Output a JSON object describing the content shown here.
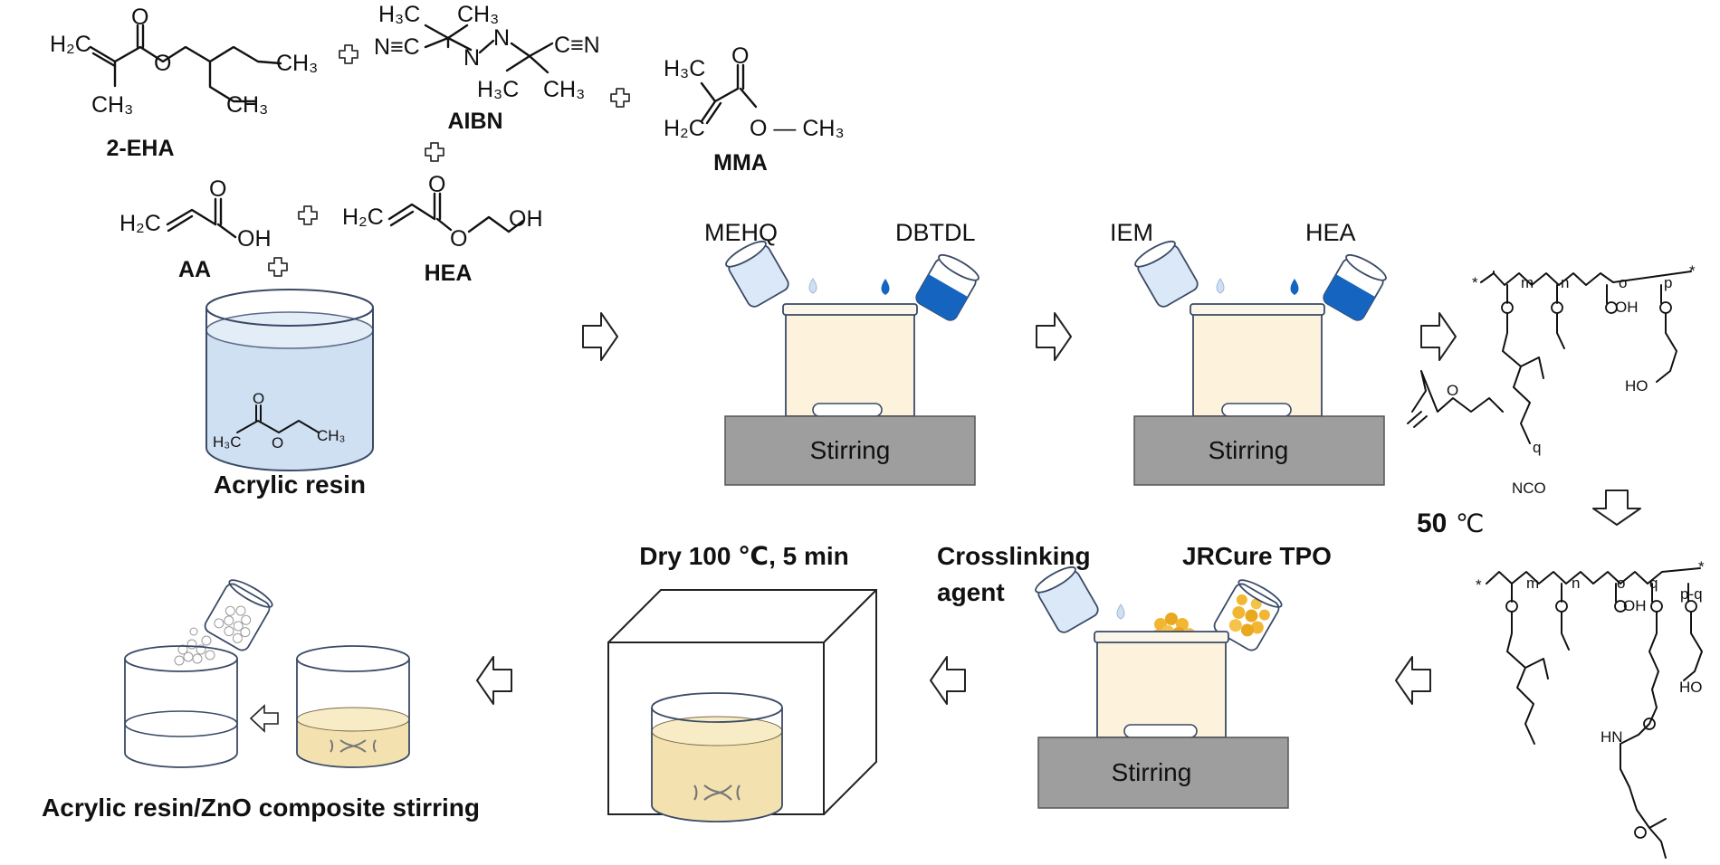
{
  "colors": {
    "stirrer_plate": "#9e9e9e",
    "solution_cream": "#fdf3dc",
    "solution_yellow": "#f3e2b0",
    "solvent_blue": "#cfe0f3",
    "reagent_dark_blue": "#1565c0",
    "reagent_light_blue": "#dbe8f7",
    "photoinitiator_gold": "#f2b632"
  },
  "icons": [
    "plus-icon",
    "hollow-arrow-right-icon",
    "hollow-arrow-down-icon",
    "hollow-arrow-left-icon",
    "beaker-icon",
    "tilted-vial-icon",
    "droplet-icon",
    "stir-bar-icon",
    "drying-oven-icon"
  ],
  "monomers": {
    "ehma": {
      "label": "2-EHA",
      "f_h2c": "H₂C",
      "f_ch3_top": "CH₃",
      "f_ch3_branch": "CH₃",
      "f_ch3_side": "CH₃",
      "f_o1": "O",
      "f_o2": "O"
    },
    "aibn": {
      "label": "AIBN",
      "f_h3c_top": "H₃C",
      "f_ch3_top": "CH₃",
      "f_nc_left": "N≡C",
      "f_cn_right": "C≡N",
      "f_n1": "N",
      "f_n2": "N",
      "f_h3c_bot": "H₃C",
      "f_ch3_bot": "CH₃"
    },
    "mma": {
      "label": "MMA",
      "f_h3c": "H₃C",
      "f_h2c": "H₂C",
      "f_o_top": "O",
      "f_o_ch3": "O — CH₃"
    },
    "aa": {
      "label": "AA",
      "f_h2c": "H₂C",
      "f_o": "O",
      "f_oh": "OH"
    },
    "hea": {
      "label": "HEA",
      "f_h2c": "H₂C",
      "f_o_top": "O",
      "f_o_ester": "O",
      "f_oh": "OH"
    }
  },
  "solvent": {
    "label": "Acrylic resin",
    "f_h3c": "H₃C",
    "f_o_top": "O",
    "f_o": "O",
    "f_ch3": "CH₃"
  },
  "step2": {
    "reagent_left": "MEHQ",
    "reagent_right": "DBTDL",
    "stirring": "Stirring"
  },
  "step3": {
    "reagent_left": "IEM",
    "reagent_right": "HEA",
    "stirring": "Stirring"
  },
  "iem": {
    "f_o": "O",
    "f_q": "q",
    "f_nco": "NCO"
  },
  "temperature": {
    "value": "50",
    "unit": "℃"
  },
  "polymer1": {
    "m": "m",
    "n": "n",
    "o": "o",
    "p": "p",
    "f_ho": "HO",
    "f_oh": "OH"
  },
  "polymer2": {
    "m": "m",
    "n": "n",
    "o": "o",
    "q": "q",
    "pq": "p-q",
    "f_hn": "HN",
    "f_ho": "HO",
    "f_oh": "OH"
  },
  "step4": {
    "reagent_left_line1": "Crosslinking",
    "reagent_left_line2": "agent",
    "reagent_right": "JRCure TPO",
    "stirring": "Stirring"
  },
  "step5": {
    "label": "Dry 100 ℃, 5 min"
  },
  "step6": {
    "label": "Acrylic resin/ZnO composite stirring"
  }
}
